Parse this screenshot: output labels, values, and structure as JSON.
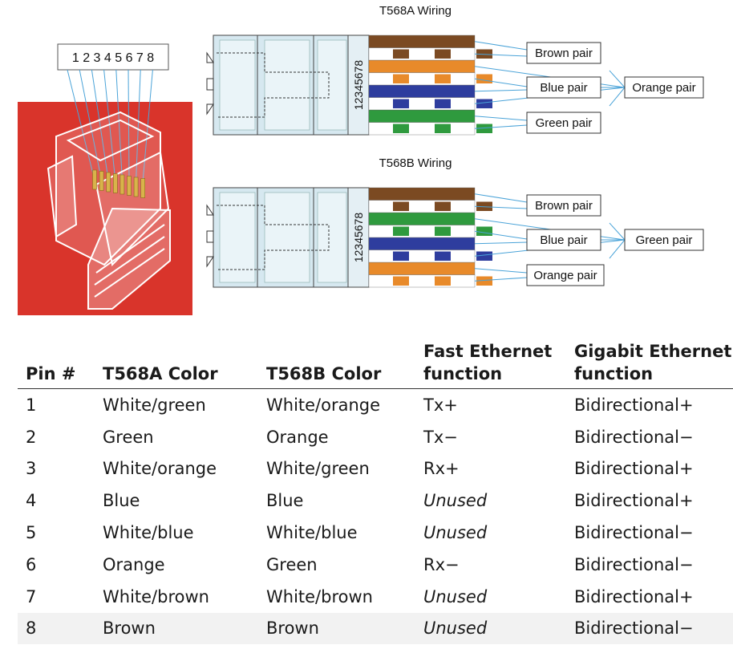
{
  "diagram": {
    "pin_label": "1 2 3 4 5 6 7 8",
    "side_label": "12345678",
    "t568a": {
      "title": "T568A Wiring",
      "labels": {
        "brown": "Brown pair",
        "blue": "Blue pair",
        "orange": "Orange pair",
        "green": "Green pair"
      },
      "colors": [
        "#ffffff",
        "#2f9a3e",
        "#ffffff",
        "#2e3d9e",
        "#ffffff",
        "#e88a2a",
        "#ffffff",
        "#7b4a22"
      ]
    },
    "t568b": {
      "title": "T568B Wiring",
      "labels": {
        "brown": "Brown pair",
        "blue": "Blue pair",
        "green": "Green pair",
        "orange": "Orange pair"
      },
      "colors": [
        "#ffffff",
        "#e88a2a",
        "#ffffff",
        "#2e3d9e",
        "#ffffff",
        "#2f9a3e",
        "#ffffff",
        "#7b4a22"
      ]
    },
    "palette": {
      "red_bg": "#d9342b",
      "line": "#4aa3d8",
      "connector": "#d6e8f0"
    }
  },
  "table": {
    "headers": {
      "pin": "Pin #",
      "a": "T568A Color",
      "b": "T568B Color",
      "fast1": "Fast Ethernet",
      "fast2": "function",
      "gig1": "Gigabit Ethernet",
      "gig2": "function"
    },
    "rows": [
      {
        "pin": "1",
        "a": "White/green",
        "b": "White/orange",
        "fast": "Tx+",
        "gig": "Bidirectional+"
      },
      {
        "pin": "2",
        "a": "Green",
        "b": "Orange",
        "fast": "Tx−",
        "gig": "Bidirectional−"
      },
      {
        "pin": "3",
        "a": "White/orange",
        "b": "White/green",
        "fast": "Rx+",
        "gig": "Bidirectional+"
      },
      {
        "pin": "4",
        "a": "Blue",
        "b": "Blue",
        "fast": "Unused",
        "gig": "Bidirectional+"
      },
      {
        "pin": "5",
        "a": "White/blue",
        "b": "White/blue",
        "fast": "Unused",
        "gig": "Bidirectional−"
      },
      {
        "pin": "6",
        "a": "Orange",
        "b": "Green",
        "fast": "Rx−",
        "gig": "Bidirectional−"
      },
      {
        "pin": "7",
        "a": "White/brown",
        "b": "White/brown",
        "fast": "Unused",
        "gig": "Bidirectional+"
      },
      {
        "pin": "8",
        "a": "Brown",
        "b": "Brown",
        "fast": "Unused",
        "gig": "Bidirectional−"
      }
    ]
  }
}
